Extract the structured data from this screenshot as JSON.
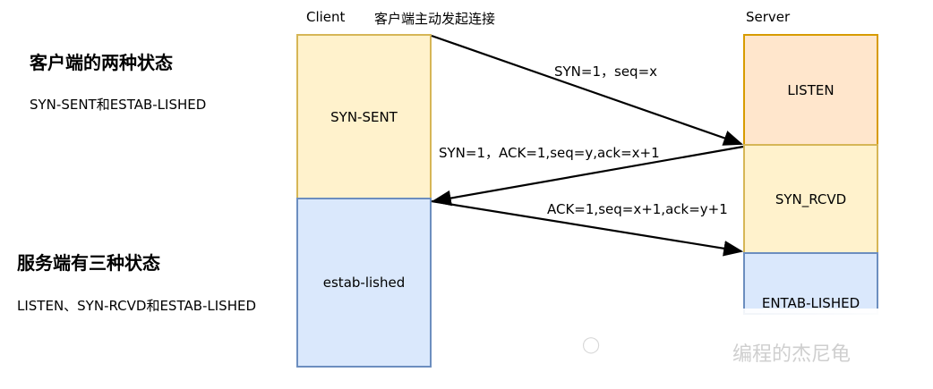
{
  "header": {
    "client_label": "Client",
    "initiate_label": "客户端主动发起连接",
    "server_label": "Server"
  },
  "client_states": {
    "heading": "客户端的两种状态",
    "description": "SYN-SENT和ESTAB-LISHED",
    "boxes": [
      "SYN-SENT",
      "estab-lished"
    ]
  },
  "server_states": {
    "heading": "服务端有三种状态",
    "description": "LISTEN、SYN-RCVD和ESTAB-LISHED",
    "boxes": [
      "LISTEN",
      "SYN_RCVD",
      "ENTAB-LISHED"
    ]
  },
  "messages": [
    "SYN=1，seq=x",
    "SYN=1，ACK=1,seq=y,ack=x+1",
    "ACK=1,seq=x+1,ack=y+1"
  ],
  "watermark": {
    "text": "编程的杰尼龟"
  },
  "colors": {
    "yellow_fill": "#fff2cc",
    "yellow_border": "#d6b656",
    "blue_fill": "#dae8fc",
    "blue_border": "#6c8ebf",
    "orange_fill": "#ffe6cc",
    "orange_border": "#d79b00"
  }
}
